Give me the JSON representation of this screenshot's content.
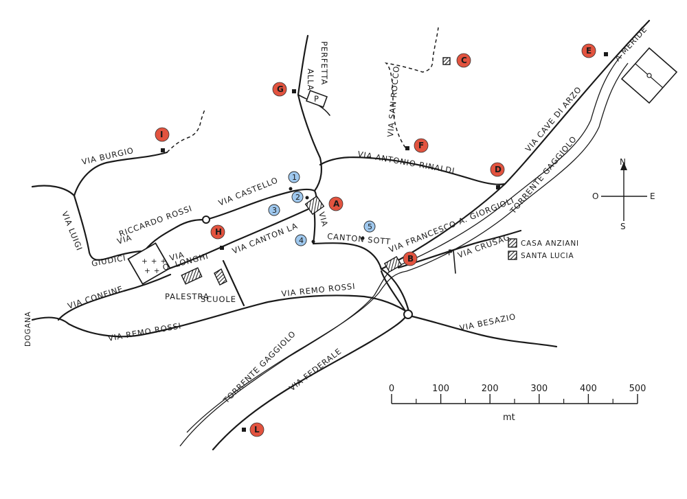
{
  "streets": {
    "via_burgio": "VIA BURGIO",
    "via_luigi_giudici_1": "VIA LUIGI",
    "via_luigi_giudici_2": "GIUDICI",
    "via_riccardo_rossi_1": "VIA",
    "via_riccardo_rossi_2": "RICCARDO ROSSI",
    "via_castello": "VIA CASTELLO",
    "alla_perfetta_1": "ALLA",
    "alla_perfetta_2": "PERFETTA",
    "via_san_rocco": "VIA SAN ROCCO",
    "via_antonio_rinaldi": "VIA ANTONIO RINALDI",
    "via_cave_di_arzo": "VIA CAVE DI ARZO",
    "a_meride": "A MERIDE",
    "torrente_gaggiolo_upper": "TORRENTE GAGGIOLO",
    "via_francesco_giorgioli": "VIA FRANCESCO A. GIORGIOLI",
    "via_crusag": "VIA CRUSAG",
    "via_vertical": "VIA",
    "canton_sott": "CANTON SOTT",
    "via_canton_la": "VIA CANTON LA",
    "via_o_longhi_1": "VIA",
    "via_o_longhi_2": "O. LONGHI",
    "via_confine": "VIA CONFINE",
    "via_remo_rossi_upper": "VIA REMO ROSSI",
    "via_remo_rossi_lower": "VIA REMO ROSSI",
    "dogana": "DOGANA",
    "via_besazio": "VIA BESAZIO",
    "via_federale": "VIA FEDERALE",
    "torrente_gaggiolo_lower": "TORRENTE GAGGIOLO"
  },
  "places": {
    "palestra": "PALESTRA",
    "scuole": "SCUOLE",
    "casa_anziani_1": "CASA ANZIANI",
    "casa_anziani_2": "SANTA LUCIA",
    "parking_1": "P",
    "parking_2": "P"
  },
  "red_markers": {
    "A": "A",
    "B": "B",
    "C": "C",
    "D": "D",
    "E": "E",
    "F": "F",
    "G": "G",
    "H": "H",
    "I": "I",
    "L": "L"
  },
  "blue_markers": {
    "1": "1",
    "2": "2",
    "3": "3",
    "4": "4",
    "5": "5"
  },
  "compass": {
    "north": "N",
    "south": "S",
    "east": "E",
    "west": "O"
  },
  "scale": {
    "ticks": [
      "0",
      "100",
      "200",
      "300",
      "400",
      "500"
    ],
    "unit": "mt"
  },
  "colors": {
    "red_marker": "#e2533f",
    "blue_marker": "#9fc8ee",
    "ink": "#1a1a1a"
  }
}
